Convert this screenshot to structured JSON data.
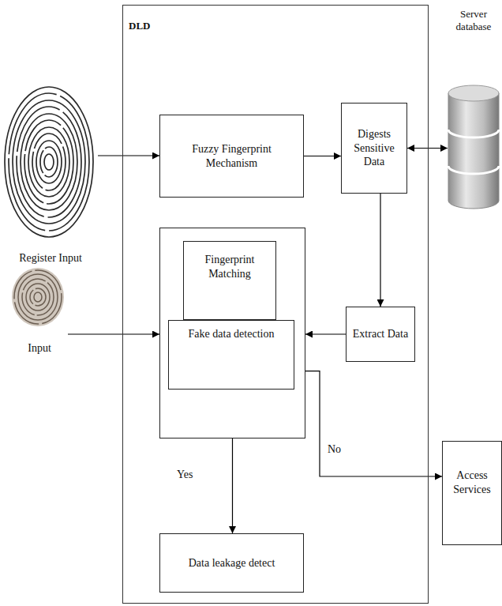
{
  "diagram": {
    "nodes": [
      {
        "text": [
          "DLD"
        ]
      },
      {
        "text": [
          "Fuzzy Fingerprint Mechanism"
        ],
        "in": 0
      },
      {
        "text": [
          "Digests Sensitive Data"
        ],
        "in": 0
      },
      {
        "text": [
          "Server database"
        ]
      },
      {
        "text": [
          "Fingerprint Matching",
          "Fake data detection"
        ],
        "in": 0
      },
      {
        "text": [
          "Extract Data"
        ],
        "in": 0
      },
      {
        "text": [
          "Access Services"
        ]
      },
      {
        "text": [
          "Data leakage detect"
        ],
        "in": 0
      }
    ],
    "edges": [
      {
        "from": 1,
        "to": 2,
        "arrow": "to"
      },
      {
        "from": 2,
        "to": 3,
        "arrow": "both"
      },
      {
        "from": 2,
        "to": 5,
        "arrow": "to"
      },
      {
        "from": 5,
        "to": 4,
        "arrow": "to"
      },
      {
        "from": 4,
        "to": 7,
        "label": "Yes",
        "arrow": "to"
      },
      {
        "from": 4,
        "to": 6,
        "label": "No",
        "arrow": "to"
      }
    ],
    "labels": [
      "Register Input",
      "Input"
    ]
  }
}
